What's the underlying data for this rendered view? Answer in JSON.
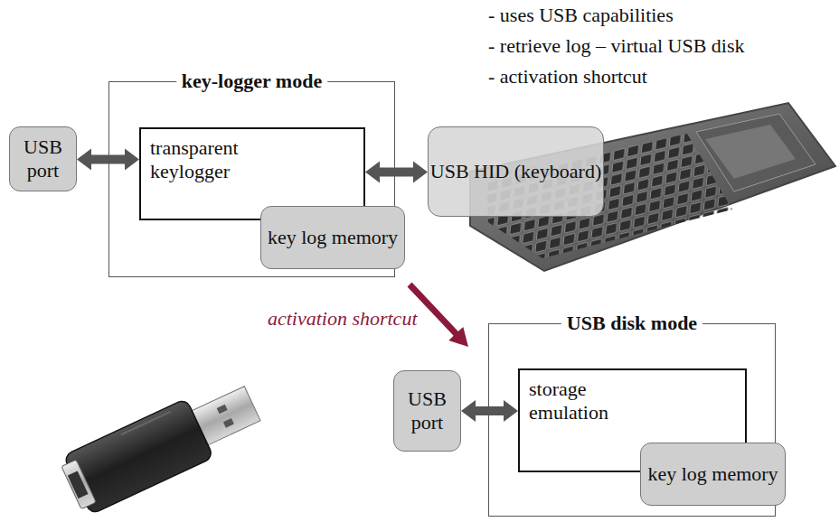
{
  "diagram": {
    "nodes": [
      {
        "text": [
          "key-logger mode"
        ]
      },
      {
        "text": [
          "USB port"
        ]
      },
      {
        "text": [
          "transparent keylogger"
        ],
        "in": 0
      },
      {
        "text": [
          "key log memory"
        ],
        "in": 2
      },
      {
        "text": [
          "USB HID (keyboard)"
        ]
      },
      {
        "text": [
          "USB disk mode"
        ]
      },
      {
        "text": [
          "USB port"
        ]
      },
      {
        "text": [
          "storage emulation"
        ],
        "in": 5
      },
      {
        "text": [
          "key log memory"
        ],
        "in": 7
      }
    ],
    "edges": [
      {
        "from": 1,
        "to": 2,
        "arrow": "both"
      },
      {
        "from": 2,
        "to": 4,
        "arrow": "both"
      },
      {
        "from": 6,
        "to": 7,
        "arrow": "both"
      },
      {
        "from": 0,
        "to": 5,
        "label": "activation shortcut",
        "arrow": "to"
      }
    ],
    "labels": [
      "- uses USB capabilities",
      "- retrieve log – virtual USB disk",
      "- activation shortcut"
    ]
  }
}
